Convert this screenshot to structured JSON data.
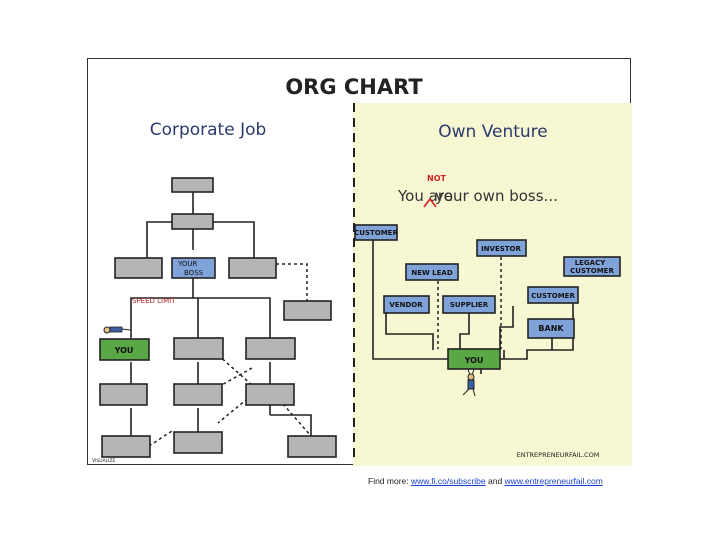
{
  "title": "ORG CHART",
  "left": {
    "heading": "Corporate Job",
    "boxes": {
      "your_boss": [
        "YOUR",
        "BOSS"
      ],
      "you": "YOU"
    },
    "speed_limit": "SPEED LIMIT"
  },
  "right": {
    "heading": "Own Venture",
    "tagline_before": "You are",
    "tagline_not": "NOT",
    "tagline_after": "your own boss...",
    "boxes": {
      "customer": "CUSTOMER",
      "investor": "INVESTOR",
      "legacy_customer": [
        "LEGACY",
        "CUSTOMER"
      ],
      "new_lead": "NEW LEAD",
      "vendor": "VENDOR",
      "supplier": "SUPPLIER",
      "customer2": "CUSTOMER",
      "bank": "BANK",
      "you": "YOU"
    },
    "credit": "ENTREPRENEURFAIL.COM"
  },
  "signature": "VISUALIZE",
  "footer": {
    "prefix": "Find more: ",
    "link1": "www.fi.co/subscribe",
    "middle": " and ",
    "link2": "www.entrepreneurfail.com"
  },
  "colors": {
    "gray_box": "#b5b5b5",
    "blue_box": "#7fa3d8",
    "green_box": "#5aa845",
    "venture_bg": "#f7f7d4",
    "not_red": "#d22222",
    "speed_red": "#b02020",
    "link": "#1a44cc"
  }
}
